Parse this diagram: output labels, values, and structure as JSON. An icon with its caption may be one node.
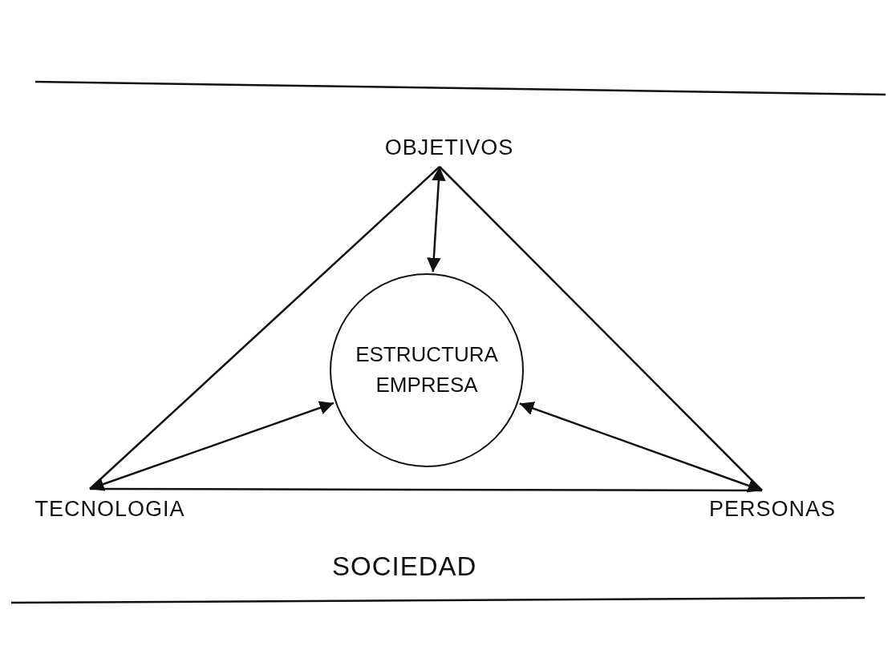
{
  "diagram": {
    "nodes": [
      {
        "text": [
          "OBJETIVOS"
        ]
      },
      {
        "text": [
          "ESTRUCTURA EMPRESA"
        ]
      },
      {
        "text": [
          "TECNOLOGIA"
        ]
      },
      {
        "text": [
          "PERSONAS"
        ]
      }
    ],
    "edges": [
      {
        "from": 0,
        "to": 2,
        "arrow": "none"
      },
      {
        "from": 0,
        "to": 3,
        "arrow": "none"
      },
      {
        "from": 2,
        "to": 3,
        "arrow": "none"
      },
      {
        "from": 0,
        "to": 1,
        "arrow": "both"
      },
      {
        "from": 2,
        "to": 1,
        "arrow": "both"
      },
      {
        "from": 3,
        "to": 1,
        "arrow": "both"
      }
    ],
    "labels": [
      "SOCIEDAD"
    ]
  }
}
